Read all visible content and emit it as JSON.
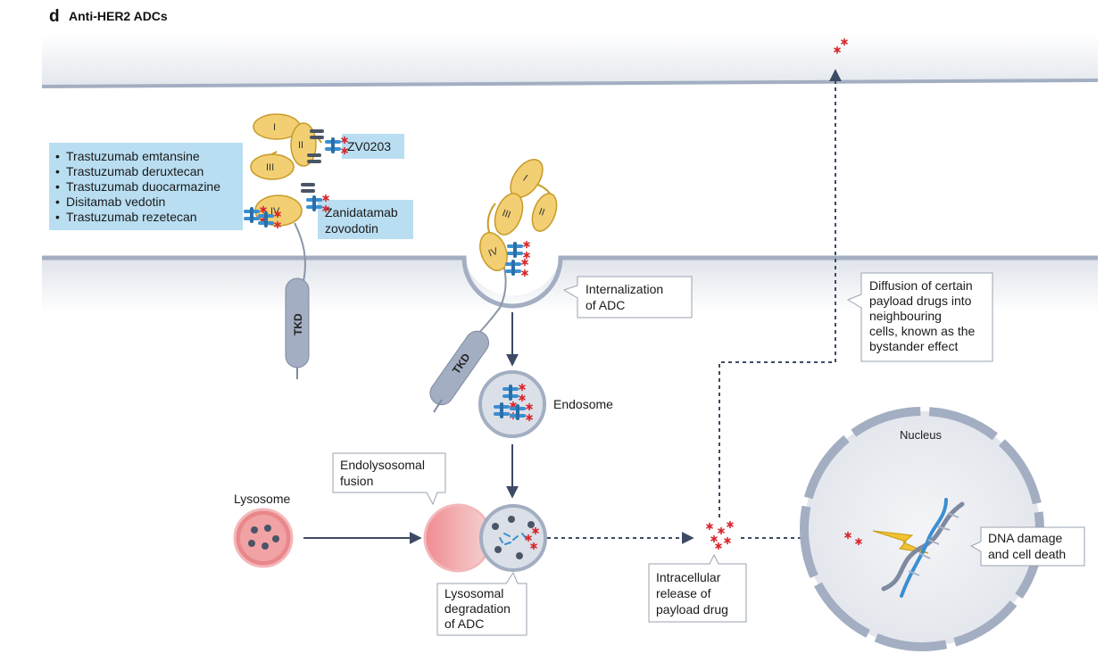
{
  "panel": {
    "letter": "d",
    "title": "Anti-HER2 ADCs"
  },
  "drug_list": [
    "Trastuzumab emtansine",
    "Trastuzumab deruxtecan",
    "Trastuzumab duocarmazine",
    "Disitamab vedotin",
    "Trastuzumab rezetecan"
  ],
  "labels": {
    "zv0203": "ZV0203",
    "zanidatamab_line1": "Zanidatamab",
    "zanidatamab_line2": "zovodotin",
    "internalization_line1": "Internalization",
    "internalization_line2": "of ADC",
    "endosome": "Endosome",
    "endolysosomal_line1": "Endolysosomal",
    "endolysosomal_line2": "fusion",
    "lysosome": "Lysosome",
    "degradation_line1": "Lysosomal",
    "degradation_line2": "degradation",
    "degradation_line3": "of ADC",
    "release_line1": "Intracellular",
    "release_line2": "release of",
    "release_line3": "payload drug",
    "bystander_line1": "Diffusion of certain",
    "bystander_line2": "payload drugs into",
    "bystander_line3": "neighbouring",
    "bystander_line4": "cells, known as the",
    "bystander_line5": "bystander effect",
    "nucleus": "Nucleus",
    "dna_line1": "DNA damage",
    "dna_line2": "and cell death",
    "tkd": "TKD"
  },
  "domains": {
    "d1": "I",
    "d2": "II",
    "d3": "III",
    "d4": "IV"
  },
  "colors": {
    "membrane": "#a3aec2",
    "membrane_fill": "#dfe3ea",
    "receptor": "#f2cf72",
    "receptor_stroke": "#c79a2a",
    "antibody_blue": "#3a8fd1",
    "antibody_dark": "#4a5566",
    "payload": "#d6262c",
    "lysosome": "#e9878b",
    "label_bg": "#b9def2",
    "arrow": "#3d4a66"
  }
}
